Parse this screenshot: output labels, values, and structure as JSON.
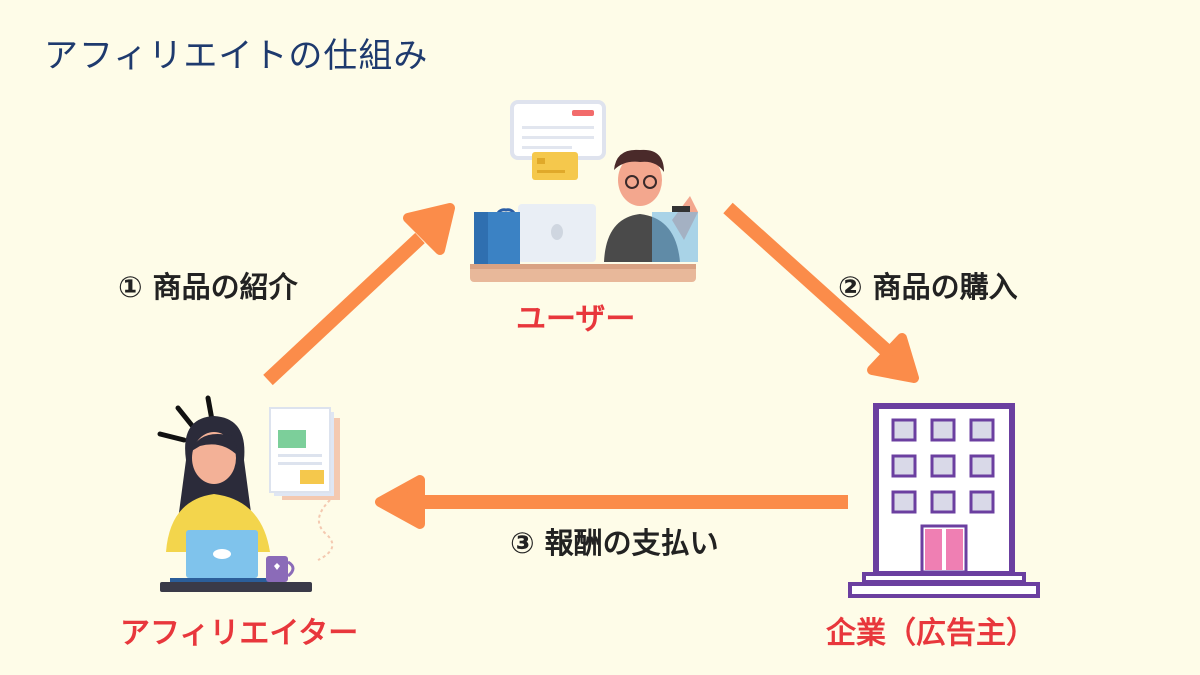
{
  "title": "アフィリエイトの仕組み",
  "steps": [
    {
      "label": "① 商品の紹介"
    },
    {
      "label": "② 商品の購入"
    },
    {
      "label": "③ 報酬の支払い"
    }
  ],
  "roles": {
    "user": "ユーザー",
    "affiliator": "アフィリエイター",
    "company": "企業（広告主）"
  },
  "colors": {
    "title": "#1e3a6e",
    "arrow": "#fb8c4a",
    "role_label": "#e8373c",
    "building": "#6b3fa0",
    "background": "#fefce8"
  }
}
